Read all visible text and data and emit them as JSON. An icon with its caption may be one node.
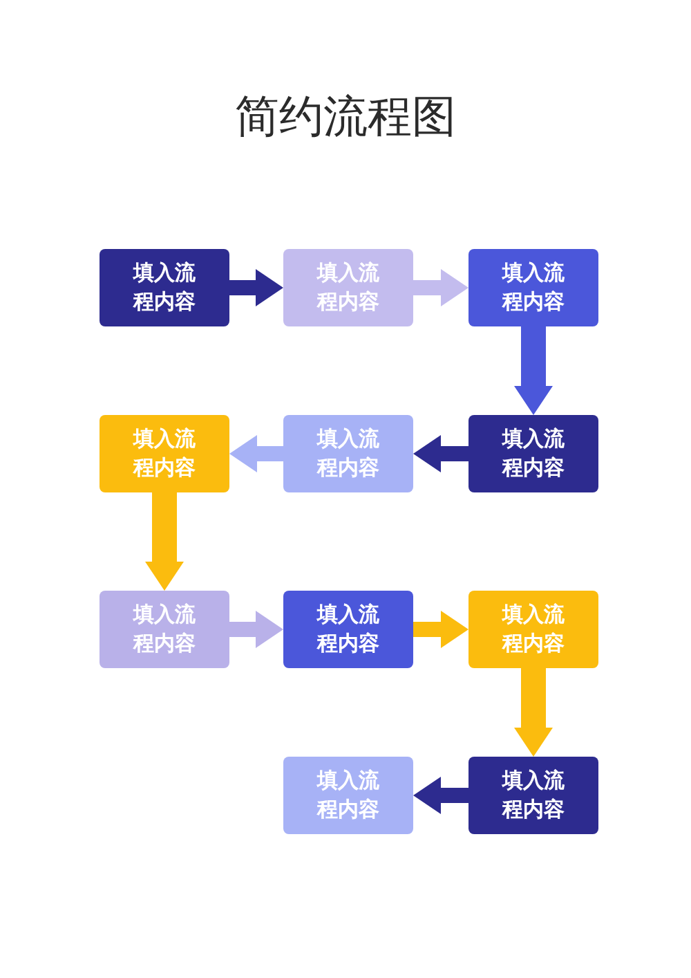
{
  "diagram": {
    "title": "简约流程图",
    "nodes": [
      {
        "text": [
          "填入流程内容"
        ]
      },
      {
        "text": [
          "填入流程内容"
        ]
      },
      {
        "text": [
          "填入流程内容"
        ]
      },
      {
        "text": [
          "填入流程内容"
        ]
      },
      {
        "text": [
          "填入流程内容"
        ]
      },
      {
        "text": [
          "填入流程内容"
        ]
      },
      {
        "text": [
          "填入流程内容"
        ]
      },
      {
        "text": [
          "填入流程内容"
        ]
      },
      {
        "text": [
          "填入流程内容"
        ]
      },
      {
        "text": [
          "填入流程内容"
        ]
      },
      {
        "text": [
          "填入流程内容"
        ]
      }
    ],
    "edges": [
      {
        "from": 0,
        "to": 1,
        "arrow": "to",
        "color": "#2d2b8f"
      },
      {
        "from": 1,
        "to": 2,
        "arrow": "to",
        "color": "#c3bcee"
      },
      {
        "from": 2,
        "to": 3,
        "arrow": "to",
        "color": "#4b57da"
      },
      {
        "from": 3,
        "to": 4,
        "arrow": "to",
        "color": "#2d2b8f"
      },
      {
        "from": 4,
        "to": 5,
        "arrow": "to",
        "color": "#a7b2f6"
      },
      {
        "from": 5,
        "to": 6,
        "arrow": "to",
        "color": "#fbbc0e"
      },
      {
        "from": 6,
        "to": 7,
        "arrow": "to",
        "color": "#b9b1e9"
      },
      {
        "from": 7,
        "to": 8,
        "arrow": "to",
        "color": "#fbbc0e"
      },
      {
        "from": 8,
        "to": 9,
        "arrow": "to",
        "color": "#fbbc0e"
      },
      {
        "from": 9,
        "to": 10,
        "arrow": "to",
        "color": "#2d2b8f"
      }
    ]
  }
}
